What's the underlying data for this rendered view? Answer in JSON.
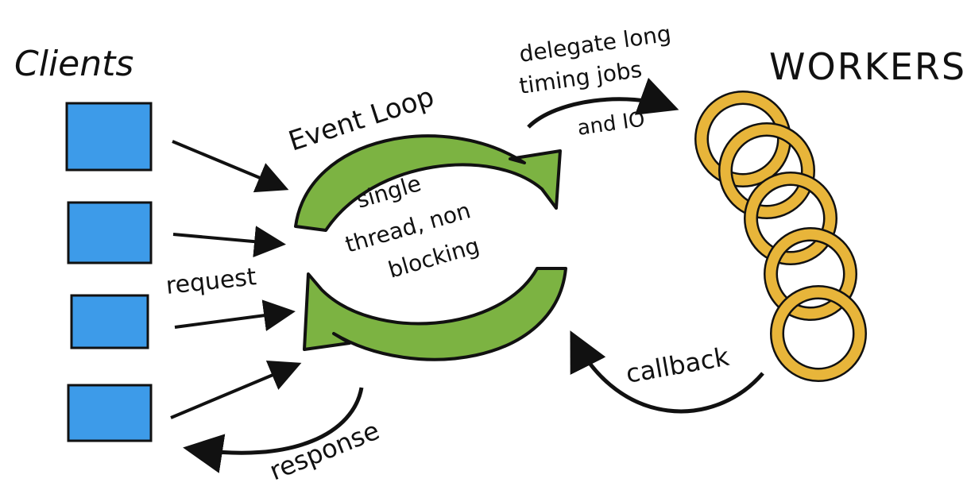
{
  "labels": {
    "clients": "Clients",
    "workers": "WORKERS",
    "event_loop": "Event Loop",
    "center_line1": "single",
    "center_line2": "thread, non",
    "center_line3": "blocking",
    "delegate_line1": "delegate long",
    "delegate_line2": "timing jobs",
    "delegate_line3": "and IO",
    "request": "request",
    "response": "response",
    "callback": "callback"
  },
  "colors": {
    "client_box": "#3d9be9",
    "event_loop": "#7cb342",
    "worker": "#e8b53a",
    "ink": "#111111"
  },
  "icons": {
    "client": "client-box-icon",
    "worker": "worker-cycle-icon"
  }
}
